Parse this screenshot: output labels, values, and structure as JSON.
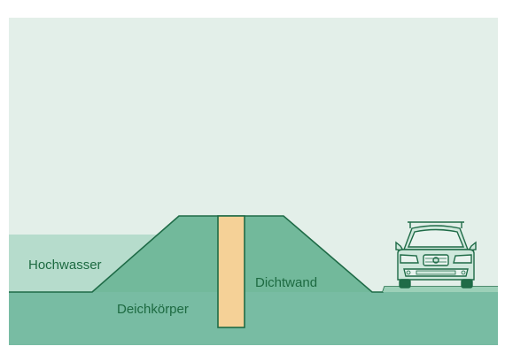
{
  "diagram": {
    "labels": {
      "flood_water": "Hochwasser",
      "dike_body": "Deichkörper",
      "sealing_wall": "Dichtwand"
    },
    "colors": {
      "sky": "#e3efe9",
      "water": "#b6dccc",
      "ground": "#78bca3",
      "dike": "#72b99b",
      "sealing_wall_fill": "#f5d197",
      "sealing_wall_stroke": "#1f6b47",
      "outline": "#1f6b47",
      "label_text": "#1d6a41",
      "car": "#cfe8dc"
    },
    "icons": {
      "car": "car-icon"
    }
  }
}
